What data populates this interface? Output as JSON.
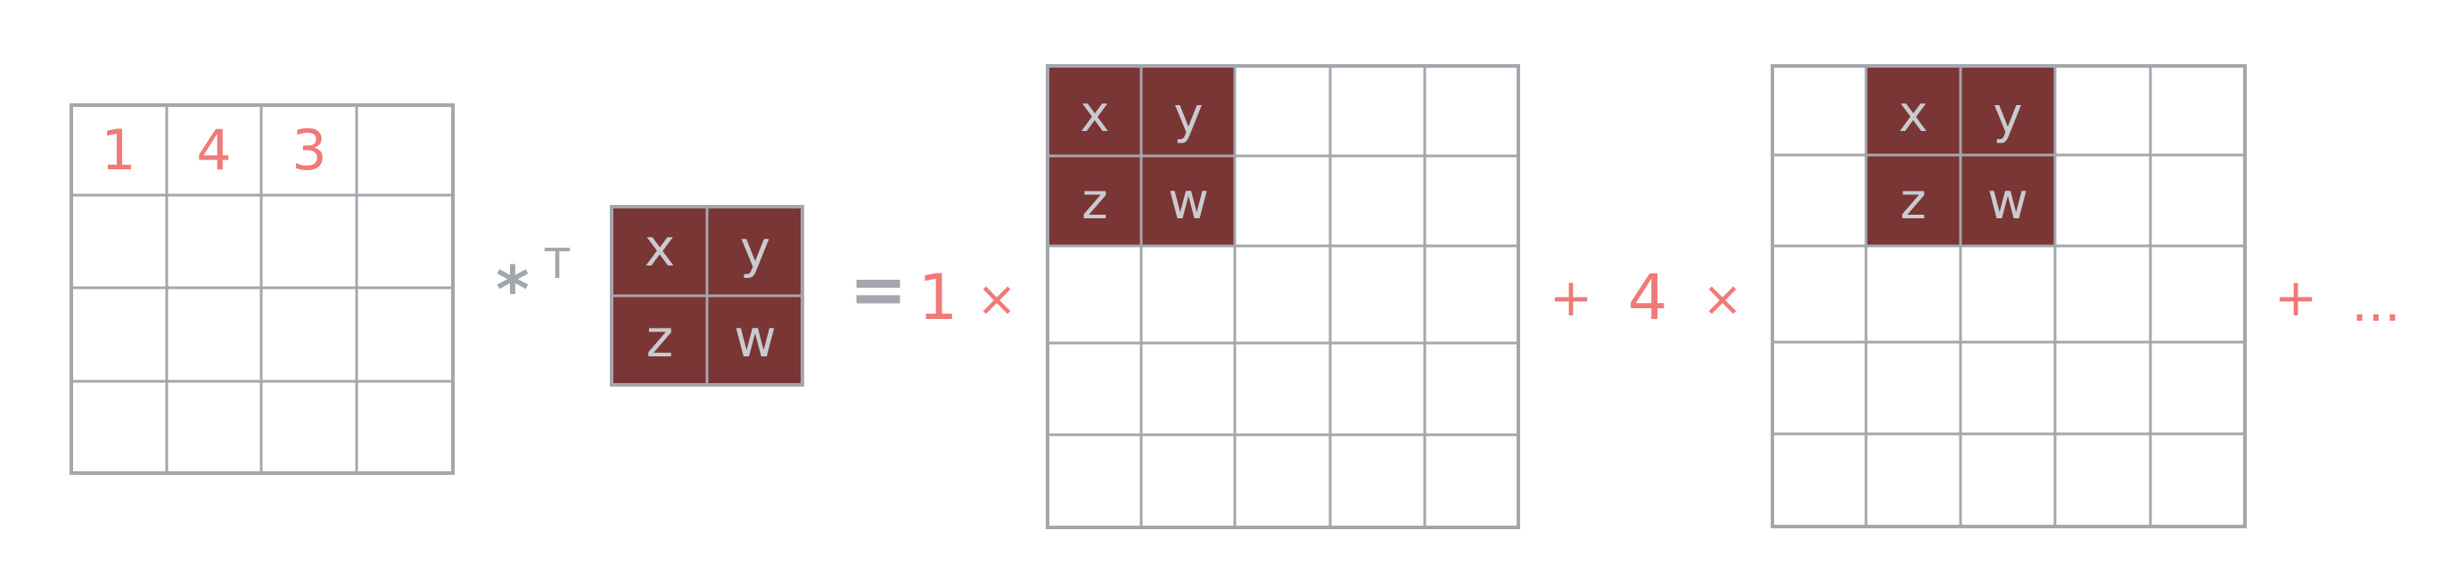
{
  "colors": {
    "grid_line": "#a3a7ad",
    "kernel_fill": "#7a3535",
    "kernel_text": "#c9cbcf",
    "input_text": "#f07a78",
    "accent_text": "#f07a78",
    "operator_gray": "#a3a7ad"
  },
  "input_grid": {
    "rows": 4,
    "cols": 4,
    "row0": [
      "1",
      "4",
      "3",
      ""
    ]
  },
  "operator_transpose_conv": {
    "star": "*",
    "superscript": "T"
  },
  "kernel": {
    "cells": [
      [
        "x",
        "y"
      ],
      [
        "z",
        "w"
      ]
    ]
  },
  "equation": {
    "equals": "=",
    "coef1": "1",
    "times1": "×",
    "plus1": "+",
    "coef2": "4",
    "times2": "×",
    "plus2": "+",
    "ellipsis": "..."
  },
  "output_grid_1": {
    "rows": 5,
    "cols": 5,
    "kernel_row_offset": 0,
    "kernel_col_offset": 0
  },
  "output_grid_2": {
    "rows": 5,
    "cols": 5,
    "kernel_row_offset": 0,
    "kernel_col_offset": 1
  }
}
